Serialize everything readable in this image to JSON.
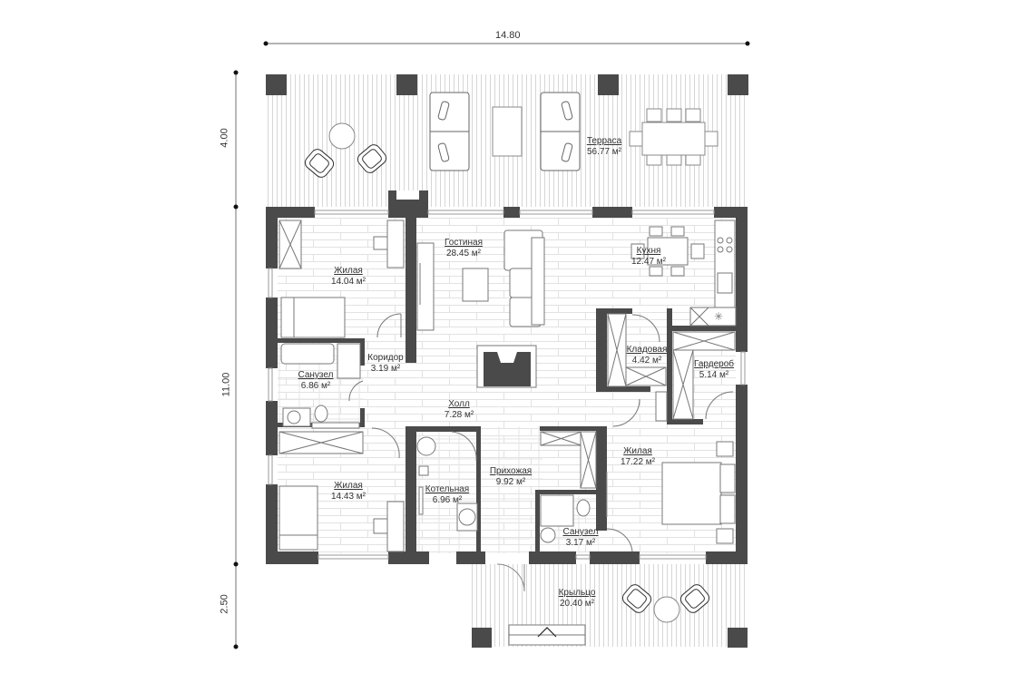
{
  "dimensions": {
    "width_total": "14.80",
    "height_terrace": "4.00",
    "height_house": "11.00",
    "height_porch": "2.50"
  },
  "rooms": [
    {
      "id": "terrace",
      "name": "Терраса",
      "area": "56.77 м²"
    },
    {
      "id": "living-room",
      "name": "Гостиная",
      "area": "28.45 м²"
    },
    {
      "id": "kitchen",
      "name": "Кухня",
      "area": "12.47 м²"
    },
    {
      "id": "bedroom-1",
      "name": "Жилая",
      "area": "14.04 м²"
    },
    {
      "id": "bathroom-1",
      "name": "Санузел",
      "area": "6.86 м²"
    },
    {
      "id": "corridor",
      "name": "Коридор",
      "area": "3.19 м²"
    },
    {
      "id": "pantry",
      "name": "Кладовая",
      "area": "4.42 м²"
    },
    {
      "id": "wardrobe",
      "name": "Гардероб",
      "area": "5.14 м²"
    },
    {
      "id": "hall",
      "name": "Холл",
      "area": "7.28 м²"
    },
    {
      "id": "bedroom-2",
      "name": "Жилая",
      "area": "14.43 м²"
    },
    {
      "id": "boiler-room",
      "name": "Котельная",
      "area": "6.96 м²"
    },
    {
      "id": "entry-hall",
      "name": "Прихожая",
      "area": "9.92 м²"
    },
    {
      "id": "bedroom-3",
      "name": "Жилая",
      "area": "17.22 м²"
    },
    {
      "id": "bathroom-2",
      "name": "Санузел",
      "area": "3.17 м²"
    },
    {
      "id": "porch",
      "name": "Крыльцо",
      "area": "20.40 м²"
    }
  ],
  "colors": {
    "wall": "#4a4a4a",
    "line": "#555555",
    "floor_pattern": "#dcdcdc",
    "background": "#ffffff"
  }
}
